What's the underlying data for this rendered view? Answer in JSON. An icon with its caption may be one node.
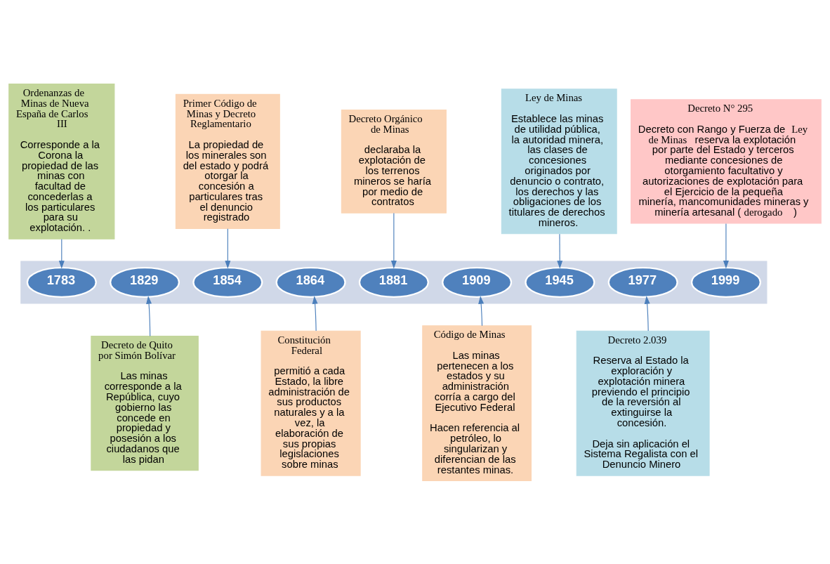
{
  "diagram": {
    "nodes": [
      {
        "text": [
          "Ordenanzas de Minas de Nueva España de Carlos III",
          "Corresponde a la Corona la propiedad de las minas con facultad de concederlas a los particulares para su explotación. ."
        ]
      },
      {
        "text": [
          "Primer Código de Minas y Decreto Reglamentario",
          "La propiedad de los minerales son del estado y podrá otorgar la concesión a particulares tras el denuncio registrado"
        ]
      },
      {
        "text": [
          "Decreto Orgánico de Minas",
          "declaraba la explotación de los terrenos mineros se haría por medio de contratos"
        ]
      },
      {
        "text": [
          "Ley de Minas",
          "Establece las minas de utilidad pública, la autoridad minera, las clases de concesiones originados por denuncio o contrato, los derechos y las obligaciones de los titulares de derechos mineros."
        ]
      },
      {
        "text": [
          "Decreto N° 295",
          "Decreto con Rango y Fuerza de **Ley de Minas** reserva la explotación por parte del Estado y terceros mediante concesiones de otorgamiento facultativo y autorizaciones de explotación para el Ejercicio de la pequeña minería, mancomunidades mineras y minería artesanal (**derogado**)"
        ]
      },
      {
        "text": [],
        "shape": "arrow"
      },
      {
        "text": [
          "1783"
        ],
        "in": 5
      },
      {
        "text": [
          "1829"
        ],
        "in": 5
      },
      {
        "text": [
          "1854"
        ],
        "in": 5
      },
      {
        "text": [
          "1864"
        ],
        "in": 5
      },
      {
        "text": [
          "1881"
        ],
        "in": 5
      },
      {
        "text": [
          "1909"
        ],
        "in": 5
      },
      {
        "text": [
          "1945"
        ],
        "in": 5
      },
      {
        "text": [
          "1977"
        ],
        "in": 5
      },
      {
        "text": [
          "1999"
        ],
        "in": 5
      },
      {
        "text": [
          "Decreto de Quito por Simón Bolívar",
          "Las minas corresponde a la República, cuyo gobierno las concede en propiedad y posesión a los ciudadanos que las pidan"
        ]
      },
      {
        "text": [
          "Constitución Federal",
          "permitió a cada Estado, la libre administración de sus productos naturales y a la vez, la elaboración de sus propias legislaciones sobre minas"
        ]
      },
      {
        "text": [
          "Código de Minas",
          "Las minas pertenecen a los estados y su administración corría a cargo del Ejecutivo Federal",
          "Hacen referencia al petróleo, lo singularizan y diferencian de las restantes minas."
        ]
      },
      {
        "text": [
          "Decreto 2.039",
          "Reserva al Estado la exploración y explotación minera previendo el principio de la reversión al extinguirse la concesión.",
          "Deja sin aplicación el Sistema Regalista con el Denuncio Minero"
        ]
      }
    ],
    "edges": [
      {
        "from": 0,
        "to": 6,
        "arrow": "to"
      },
      {
        "from": 1,
        "to": 8,
        "arrow": "to"
      },
      {
        "from": 2,
        "to": 10,
        "arrow": "to"
      },
      {
        "from": 3,
        "to": 12,
        "arrow": "to"
      },
      {
        "from": 4,
        "to": 14,
        "arrow": "to"
      },
      {
        "from": 15,
        "to": 7,
        "arrow": "to"
      },
      {
        "from": 16,
        "to": 9,
        "arrow": "to"
      },
      {
        "from": 17,
        "to": 11,
        "arrow": "to"
      },
      {
        "from": 18,
        "to": 13,
        "arrow": "to"
      }
    ]
  }
}
